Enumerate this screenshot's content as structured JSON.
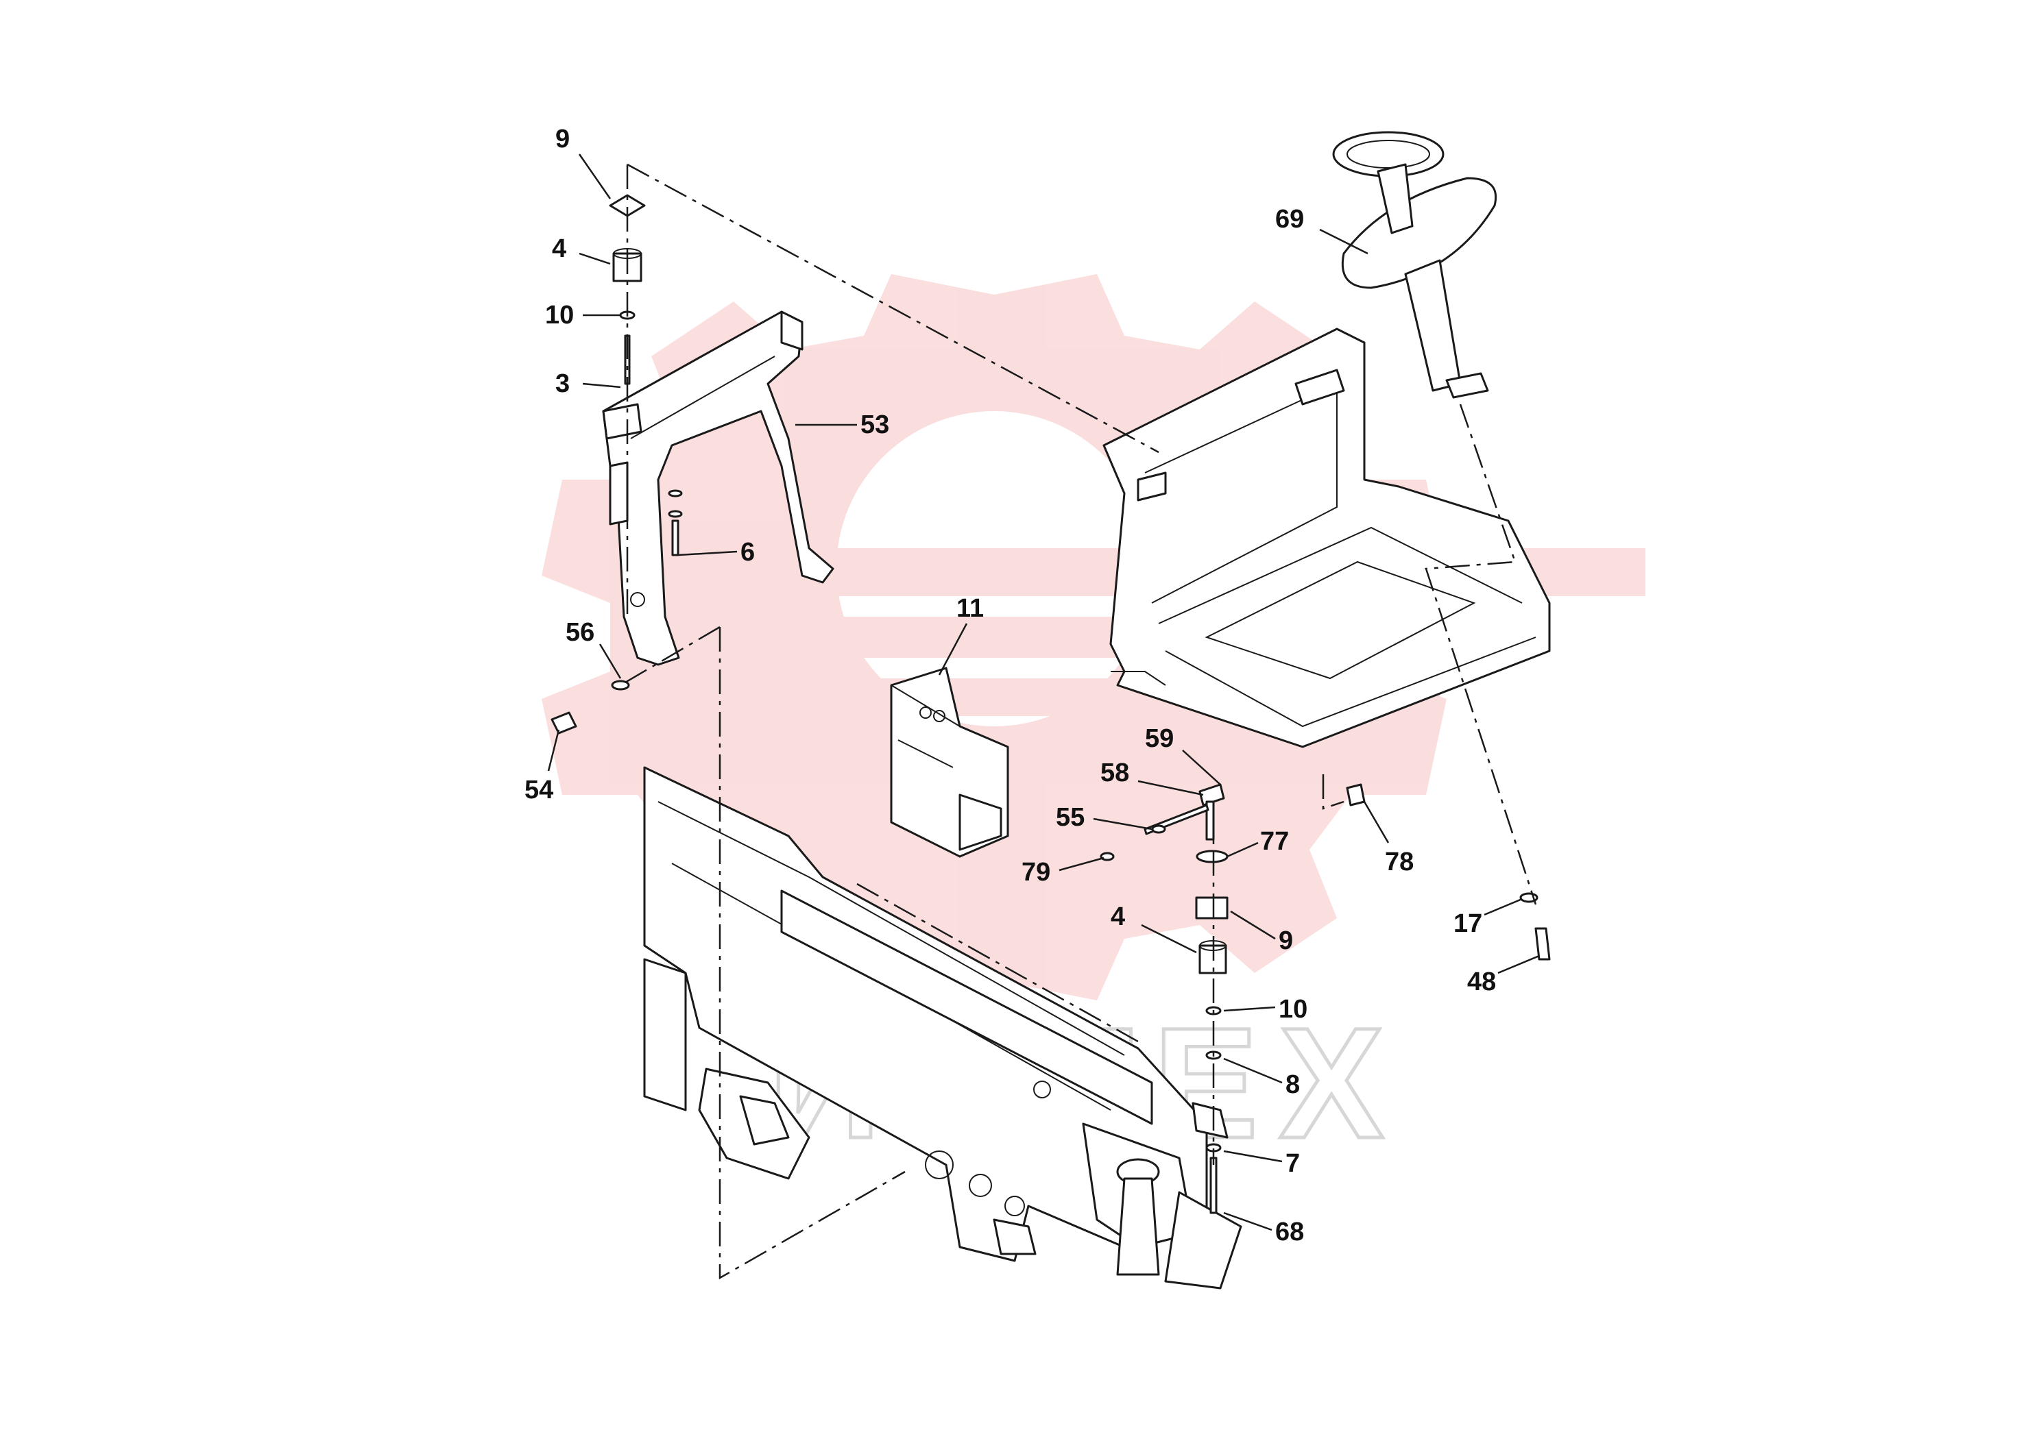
{
  "watermark": {
    "text": "ИНТЕХ",
    "color": "#f08a8a"
  },
  "callouts": [
    {
      "id": "c9a",
      "label": "9"
    },
    {
      "id": "c4a",
      "label": "4"
    },
    {
      "id": "c10a",
      "label": "10"
    },
    {
      "id": "c3",
      "label": "3"
    },
    {
      "id": "c53",
      "label": "53"
    },
    {
      "id": "c6",
      "label": "6"
    },
    {
      "id": "c56",
      "label": "56"
    },
    {
      "id": "c54",
      "label": "54"
    },
    {
      "id": "c11",
      "label": "11"
    },
    {
      "id": "c69",
      "label": "69"
    },
    {
      "id": "c59",
      "label": "59"
    },
    {
      "id": "c58",
      "label": "58"
    },
    {
      "id": "c55",
      "label": "55"
    },
    {
      "id": "c79",
      "label": "79"
    },
    {
      "id": "c77",
      "label": "77"
    },
    {
      "id": "c78",
      "label": "78"
    },
    {
      "id": "c4b",
      "label": "4"
    },
    {
      "id": "c9b",
      "label": "9"
    },
    {
      "id": "c10b",
      "label": "10"
    },
    {
      "id": "c8",
      "label": "8"
    },
    {
      "id": "c7",
      "label": "7"
    },
    {
      "id": "c68",
      "label": "68"
    },
    {
      "id": "c17",
      "label": "17"
    },
    {
      "id": "c48",
      "label": "48"
    }
  ]
}
